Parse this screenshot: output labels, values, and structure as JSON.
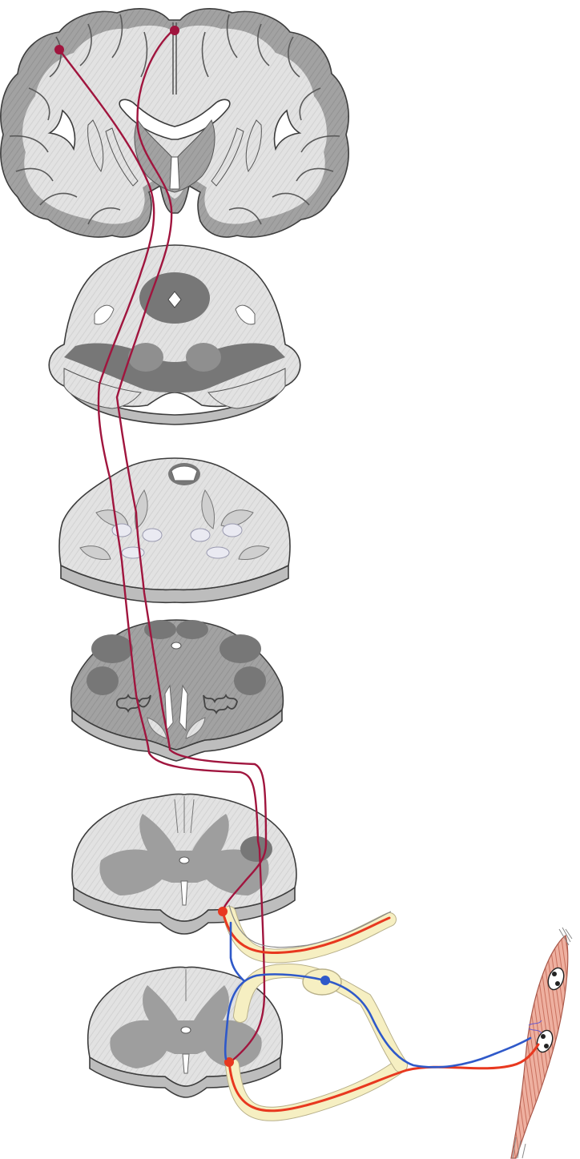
{
  "figure": {
    "panels": [
      "cerebrum-coronal-section",
      "midbrain-section",
      "pons-section",
      "medulla-section",
      "cervical-spinal-cord-section",
      "lumbar-spinal-cord-section",
      "skeletal-muscle"
    ],
    "colors": {
      "corticospinal_tract": "#a0153e",
      "alpha_motor_neuron": "#e8381f",
      "sensory_afferent": "#2f59c9",
      "nerve_sheath": "#f6efc2",
      "white_matter": "#e3e3e3",
      "gray_matter": "#9e9e9e",
      "deep_nuclei": "#777777",
      "muscle": "#e9a08a"
    },
    "icons": {
      "cell_body": "circle-dot",
      "muscle_spindle": "spindle-icon"
    }
  }
}
